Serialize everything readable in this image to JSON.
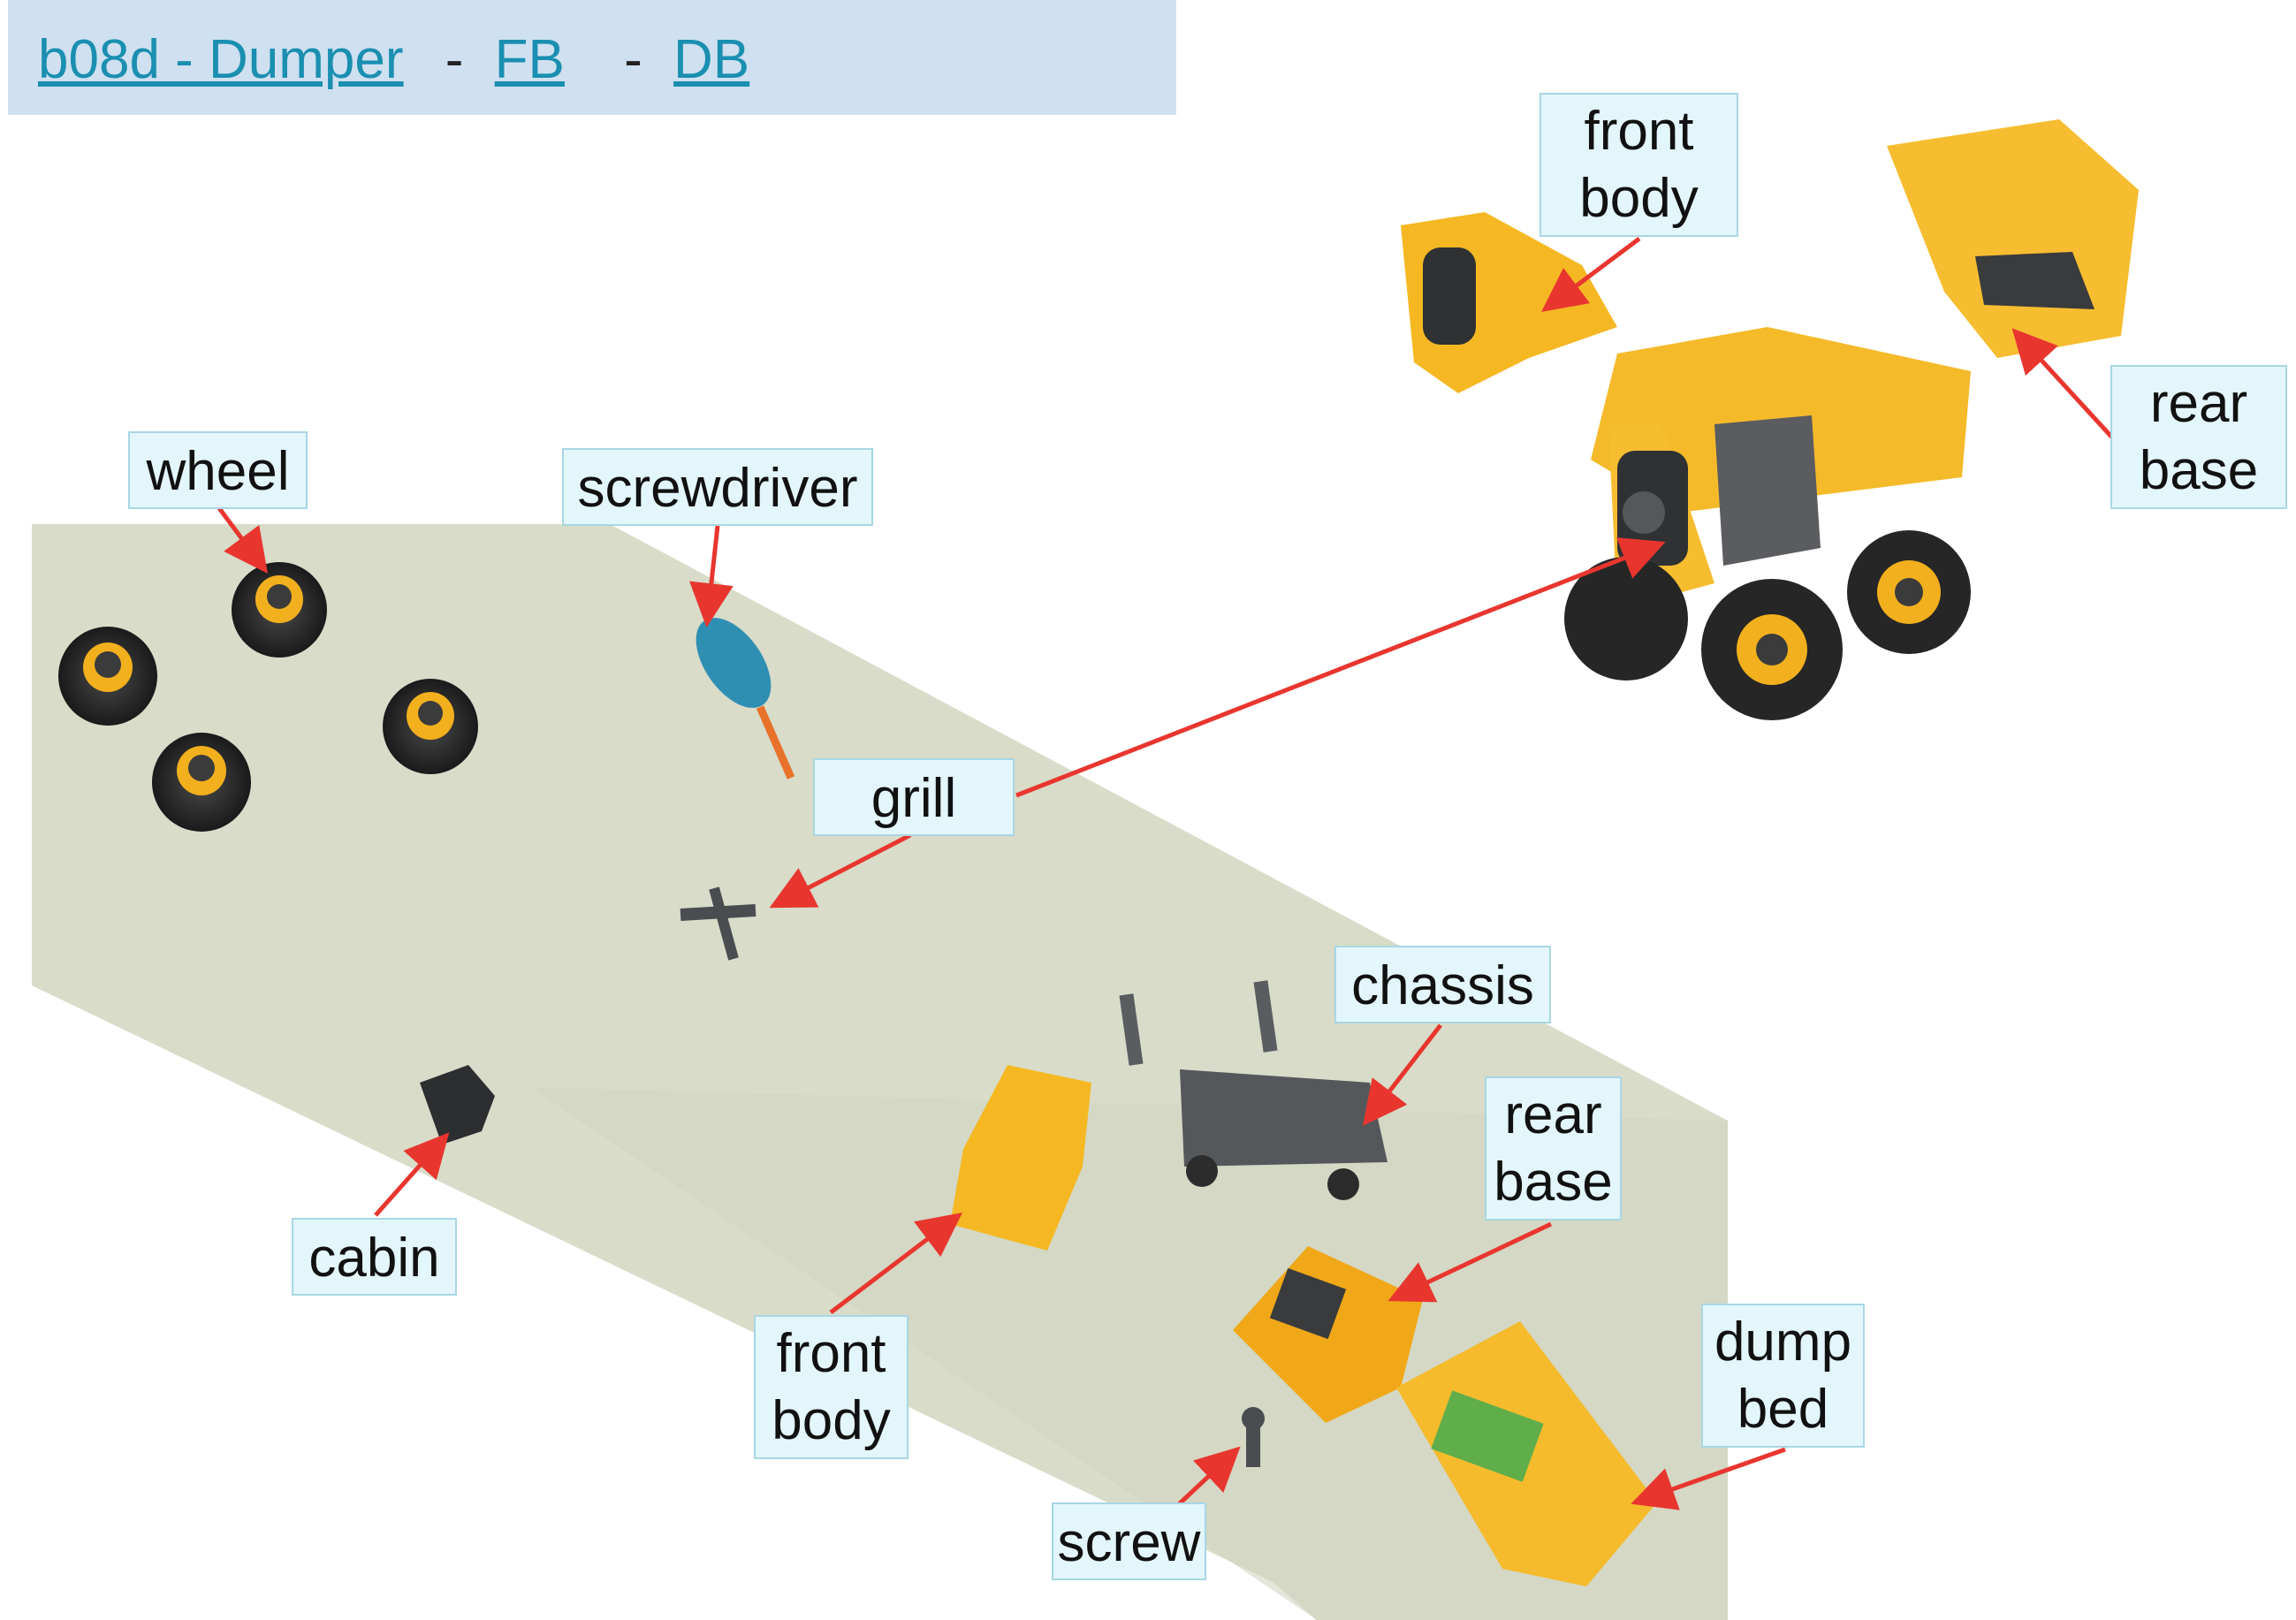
{
  "header": {
    "title_link": "b08d - Dumper",
    "separator1": "-",
    "fb_link": "FB",
    "separator2": "-",
    "db_link": "DB"
  },
  "labels": {
    "wheel": "wheel",
    "screwdriver": "screwdriver",
    "grill": "grill",
    "chassis": "chassis",
    "rear_base_bottom_line1": "rear",
    "rear_base_bottom_line2": "base",
    "dump_bed_line1": "dump",
    "dump_bed_line2": "bed",
    "cabin": "cabin",
    "front_body_bottom_line1": "front",
    "front_body_bottom_line2": "body",
    "screw": "screw",
    "front_body_top_line1": "front",
    "front_body_top_line2": "body",
    "rear_base_top_line1": "rear",
    "rear_base_top_line2": "base"
  },
  "colors": {
    "header_bg": "#cfe0f0",
    "link": "#1a8fb0",
    "label_bg": "#e3f6fb",
    "label_border": "#a9d6e4",
    "arrow": "#e8362f",
    "table": "#d8dcc9",
    "toy_yellow": "#f5b823",
    "toy_dark": "#3a3b3d"
  }
}
